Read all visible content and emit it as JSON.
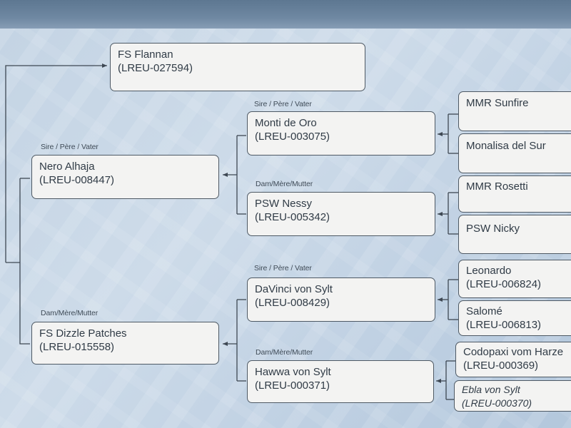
{
  "labels": {
    "sire": "Sire / Père / Vater",
    "dam": "Dam/Mère/Mutter"
  },
  "horse": {
    "name": "FS Flannan",
    "reg": "(LREU-027594)"
  },
  "sire": {
    "name": "Nero Alhaja",
    "reg": "(LREU-008447)"
  },
  "dam": {
    "name": "FS Dizzle Patches",
    "reg": "(LREU-015558)"
  },
  "sire_sire": {
    "name": "Monti de Oro",
    "reg": "(LREU-003075)"
  },
  "sire_dam": {
    "name": "PSW Nessy",
    "reg": "(LREU-005342)"
  },
  "dam_sire": {
    "name": "DaVinci von Sylt",
    "reg": "(LREU-008429)"
  },
  "dam_dam": {
    "name": "Hawwa von Sylt",
    "reg": "(LREU-000371)"
  },
  "gen3": {
    "ss_sire": {
      "name": "MMR Sunfire"
    },
    "ss_dam": {
      "name": "Monalisa del Sur"
    },
    "sd_sire": {
      "name": "MMR Rosetti"
    },
    "sd_dam": {
      "name": "PSW Nicky"
    },
    "ds_sire": {
      "name": "Leonardo",
      "reg": "(LREU-006824)"
    },
    "ds_dam": {
      "name": "Salomé",
      "reg": "(LREU-006813)"
    },
    "dd_sire": {
      "name": "Codopaxi vom Harze",
      "reg": "(LREU-000369)"
    },
    "dd_dam": {
      "name": "Ebla von Sylt",
      "reg": "(LREU-000370)"
    }
  }
}
